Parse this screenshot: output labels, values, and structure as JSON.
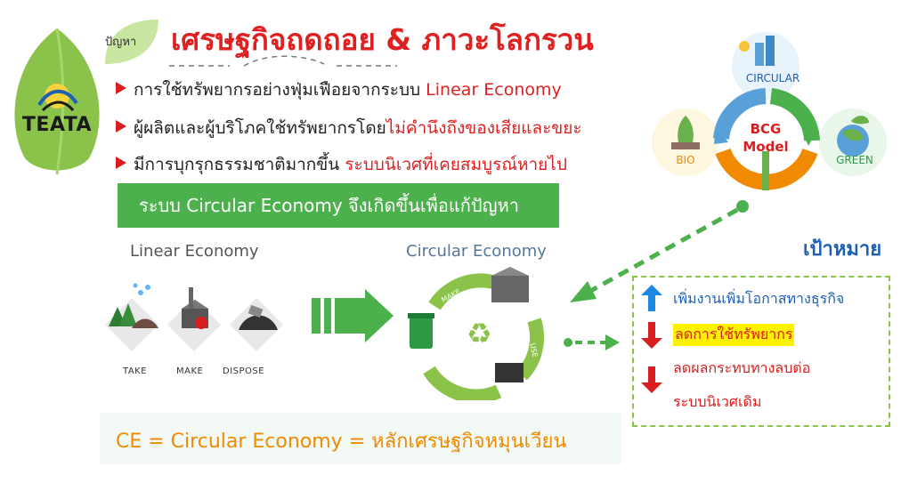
{
  "logo": {
    "text": "TEATA"
  },
  "header": {
    "problem_label": "ปัญหา",
    "title": "เศรษฐกิจถดถอย & ภาวะโลกรวน"
  },
  "bullets": [
    {
      "text": "การใช้ทรัพยากรอย่างฟุ่มเฟือยจากระบบ ",
      "highlight": "Linear Economy"
    },
    {
      "text": "ผู้ผลิตและผู้บริโภคใช้ทรัพยากรโดย",
      "highlight": "ไม่คำนึงถึงของเสียและขยะ"
    },
    {
      "text": "มีการบุกรุกธรรมชาติมากขึ้น ",
      "highlight": "ระบบนิเวศที่เคยสมบูรณ์หายไป"
    }
  ],
  "banner": {
    "text": "ระบบ Circular Economy จึงเกิดขึ้นเพื่อแก้ปัญหา"
  },
  "linear": {
    "title": "Linear Economy",
    "stages": [
      "TAKE",
      "MAKE",
      "DISPOSE"
    ]
  },
  "circular": {
    "title": "Circular Economy",
    "cycle_labels": [
      "MAKE",
      "USE",
      "RECYCLE"
    ]
  },
  "bcg": {
    "center_line1": "BCG",
    "center_line2": "Model",
    "labels": [
      "CIRCULAR",
      "BIO",
      "GREEN"
    ]
  },
  "goals": {
    "title": "เป้าหมาย",
    "items": [
      "เพิ่มงานเพิ่มโอกาสทางธุรกิจ",
      "ลดการใช้ทรัพยากร",
      "ลดผลกระทบทางลบต่อ",
      "ระบบนิเวศเดิม"
    ]
  },
  "footer": {
    "definition": "CE = Circular Economy = หลักเศรษฐกิจหมุนเวียน"
  },
  "colors": {
    "title_red": "#e02020",
    "banner_green": "#4cb04c",
    "goal_blue": "#1e5fb4",
    "footer_orange": "#f08a00",
    "highlight_yellow": "#fff200"
  }
}
